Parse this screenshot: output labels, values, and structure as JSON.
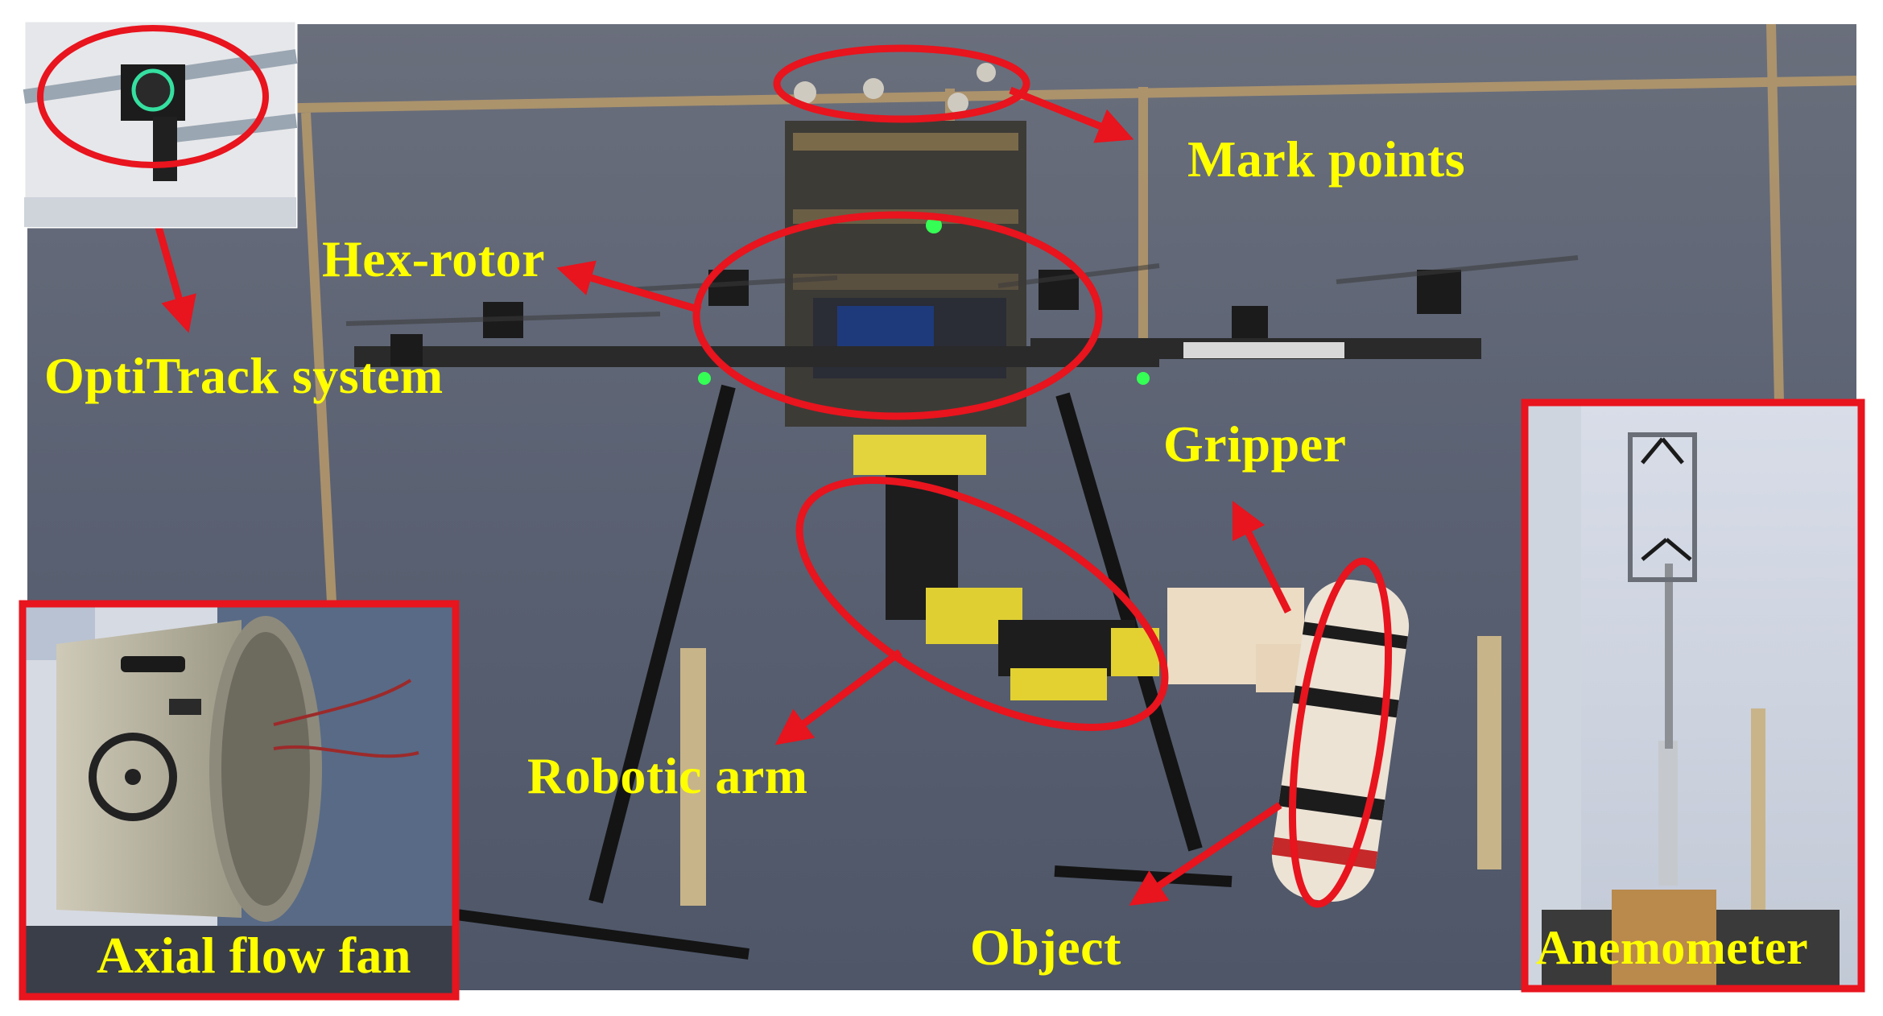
{
  "labels": {
    "mark_points": "Mark points",
    "hex_rotor": "Hex-rotor",
    "optitrack": "OptiTrack system",
    "gripper": "Gripper",
    "robotic_arm": "Robotic arm",
    "object": "Object",
    "axial_fan": "Axial flow fan",
    "anemometer": "Anemometer"
  },
  "colors": {
    "label_text": "#ffff00",
    "annotation": "#e8141e",
    "backdrop": "#5c6475",
    "drone_frame": "#1a1a1a"
  },
  "icons": [
    "optitrack-camera",
    "hex-rotor-drone",
    "robotic-arm",
    "gripper",
    "cylindrical-object",
    "axial-flow-fan",
    "anemometer-sensor"
  ]
}
